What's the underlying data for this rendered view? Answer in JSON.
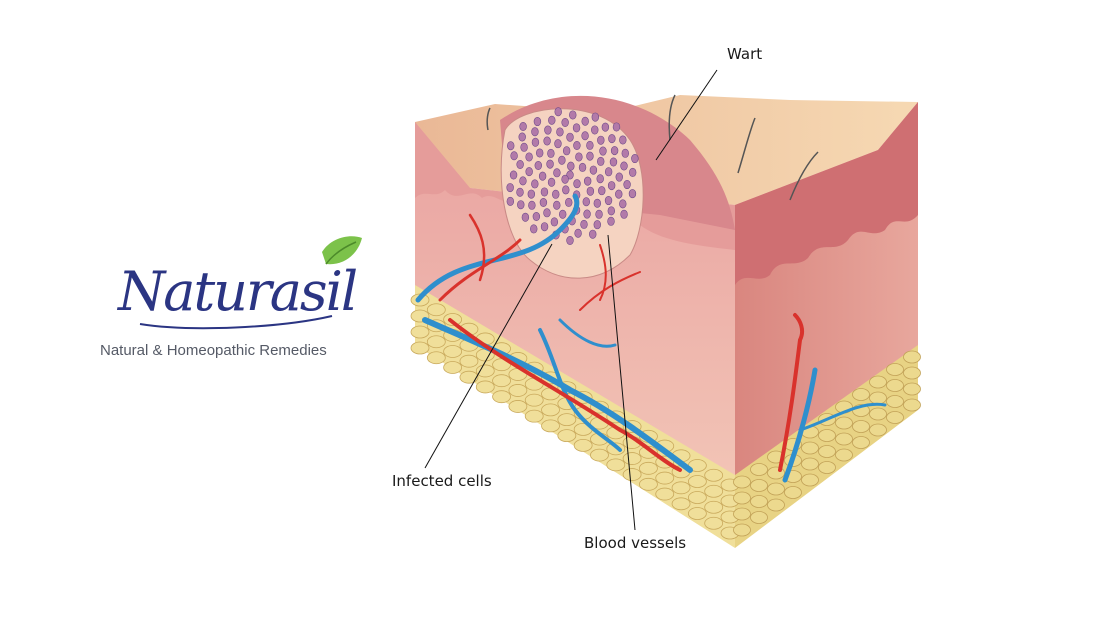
{
  "logo": {
    "brand": "Naturasil",
    "tagline": "Natural & Homeopathic Remedies",
    "colors": {
      "brand_blue": "#2b3583",
      "leaf_green": "#7cc24a"
    }
  },
  "diagram": {
    "labels": {
      "wart": "Wart",
      "infected_cells": "Infected cells",
      "blood_vessels": "Blood vessels"
    },
    "colors": {
      "skin_top": "#f2c9a3",
      "dermis": "#e9a2a0",
      "wart": "#d8878c",
      "infected_cell": "#b27aa9",
      "fat": "#f0df9a",
      "artery": "#d9322c",
      "vein": "#2f8fcd"
    }
  }
}
